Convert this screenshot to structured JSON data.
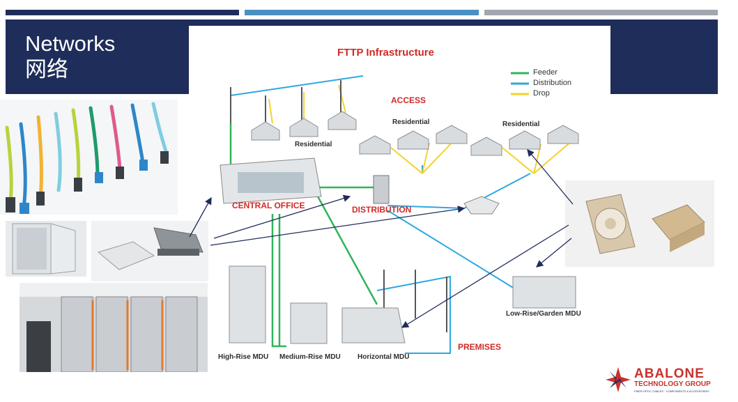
{
  "slide": {
    "title_en": "Networks",
    "title_zh": "网络"
  },
  "diagram": {
    "title": "FTTP Infrastructure",
    "legend": [
      {
        "label": "Feeder",
        "color": "#2fb45a"
      },
      {
        "label": "Distribution",
        "color": "#2ea7e0"
      },
      {
        "label": "Drop",
        "color": "#f3d22b"
      }
    ],
    "labels": {
      "access": "ACCESS",
      "central_office": "CENTRAL OFFICE",
      "distribution": "DISTRIBUTION",
      "premises": "PREMISES",
      "residential_1": "Residential",
      "residential_2": "Residential",
      "residential_3": "Residential",
      "high_rise": "High-Rise MDU",
      "medium_rise": "Medium-Rise MDU",
      "horizontal": "Horizontal MDU",
      "low_rise": "Low-Rise/Garden MDU"
    }
  },
  "logo": {
    "name": "ABALONE",
    "line2": "TECHNOLOGY GROUP",
    "tagline": "FIBER OPTIC CABLES · COMPONENTS & ACCESSORIES",
    "accent": "#c8322d",
    "brand": "#1f2d5a"
  },
  "colors": {
    "navy": "#1f2d5a",
    "blue": "#4a90c2",
    "gray": "#a3a6ae",
    "label_red": "#cf2a27"
  }
}
